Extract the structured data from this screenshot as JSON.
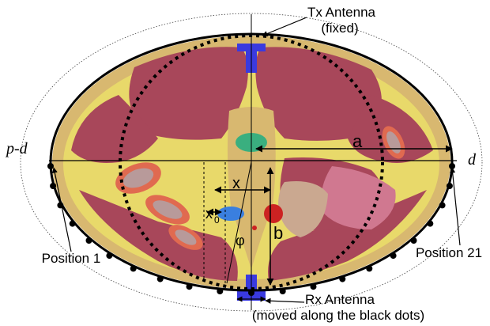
{
  "labels": {
    "tx_antenna": "Tx Antenna",
    "tx_fixed": "(fixed)",
    "rx_antenna": "Rx Antenna",
    "rx_moved": "(moved along the black dots)",
    "position_1": "Position 1",
    "position_21": "Position 21",
    "a": "a",
    "b": "b",
    "x": "x",
    "x0": "x",
    "x0_sub": "0",
    "phi": "φ",
    "p_minus_d": "p-d",
    "d": "d"
  },
  "colors": {
    "muscle": "#a8475a",
    "fat": "#e8d96a",
    "skin": "#d8b870",
    "organ_pink": "#d07890",
    "kidney_outer": "#e06a50",
    "kidney_inner": "#b89a9a",
    "antenna": "#3a3adf",
    "spine_teal": "#3aaf7f",
    "aorta_red": "#cc2222",
    "intestine_blue": "#3a7fdf"
  },
  "measurement_positions": 21
}
